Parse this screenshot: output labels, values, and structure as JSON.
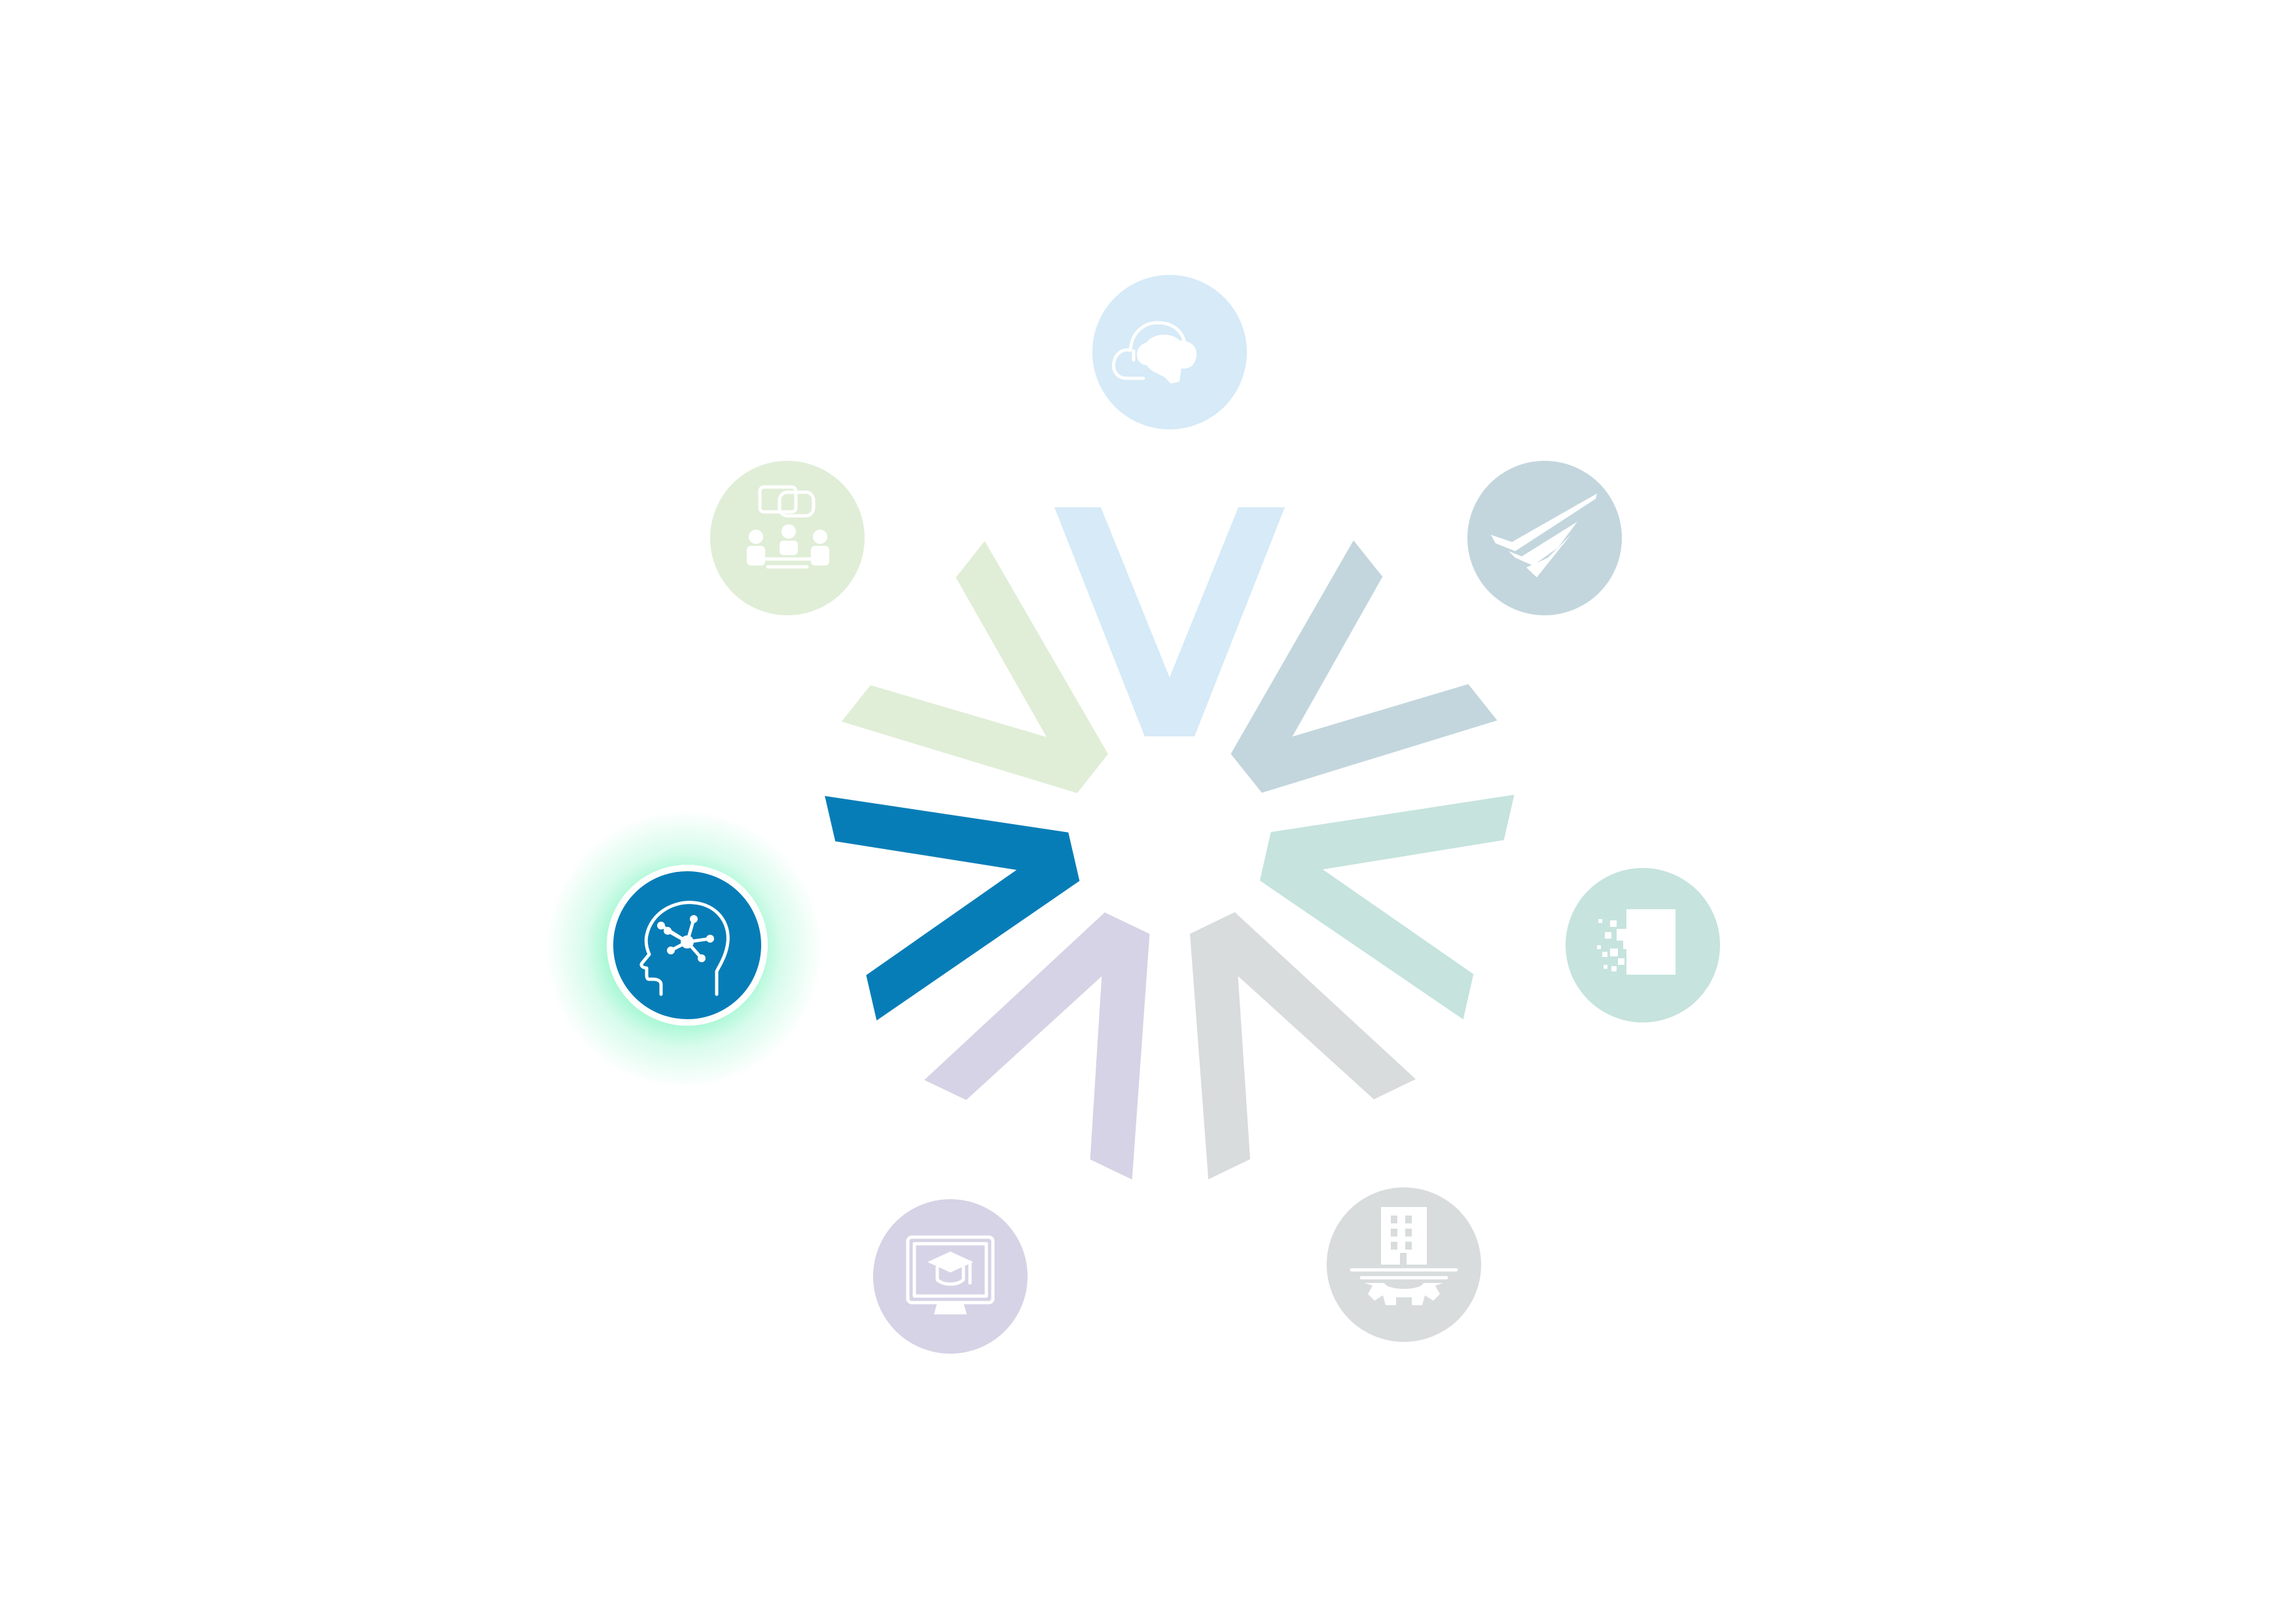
{
  "diagram": {
    "active_segment": "ai-brain",
    "segments": [
      {
        "id": "cloud-brain",
        "icon": "cloud-brain-icon",
        "color": "#d6eaf7",
        "active": false
      },
      {
        "id": "check-arrows",
        "icon": "checkmark-arrows-icon",
        "color": "#c3d6dd",
        "active": false
      },
      {
        "id": "data-pixels",
        "icon": "pixel-data-icon",
        "color": "#c6e3de",
        "active": false
      },
      {
        "id": "building-gear",
        "icon": "building-gear-icon",
        "color": "#d8dcdd",
        "active": false
      },
      {
        "id": "online-learning",
        "icon": "monitor-graduation-cap-icon",
        "color": "#d6d3e6",
        "active": false
      },
      {
        "id": "ai-brain",
        "icon": "head-network-icon",
        "color": "#077db7",
        "active": true
      },
      {
        "id": "team-discussion",
        "icon": "people-chat-icon",
        "color": "#e0eed7",
        "active": false
      }
    ],
    "glow_color": "#4ff2a8"
  }
}
